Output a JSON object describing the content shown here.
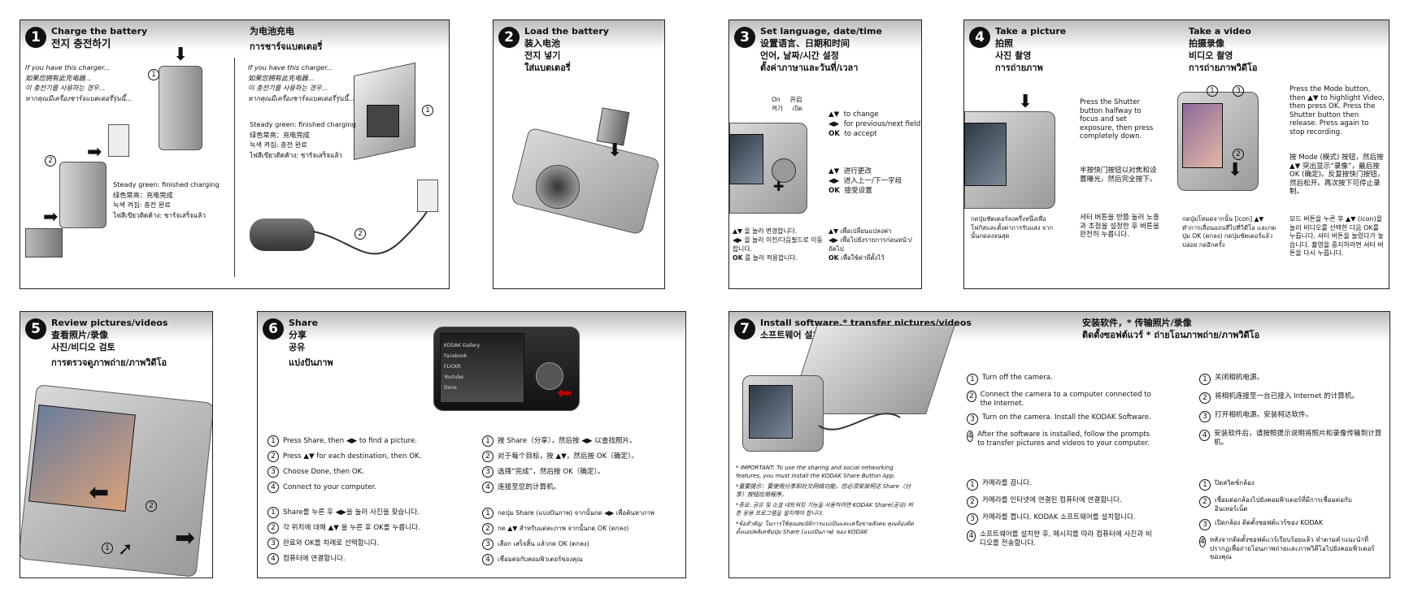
{
  "panel1": {
    "num": "1",
    "title": [
      "Charge the battery",
      "전지 충전하기"
    ],
    "title_right": [
      "为电池充电",
      "การชาร์จแบตเตอรี่"
    ],
    "left_intro": [
      "If you have this charger...",
      "如果您拥有此充电器...",
      "이 충전기를 사용하는 경우...",
      "หากคุณมีเครื่องชาร์จแบตเตอรี่รุ่นนี้..."
    ],
    "right_intro": [
      "If you have this charger...",
      "如果您拥有此充电器...",
      "이 충전기를 사용하는 경우...",
      "หากคุณมีเครื่องชาร์จแบตเตอรี่รุ่นนี้..."
    ],
    "left_status": [
      "Steady green: finished charging",
      "绿色常亮：充电完成",
      "녹색 켜짐: 충전 완료",
      "ไฟสีเขียวติดค้าง: ชาร์จเสร็จแล้ว"
    ],
    "right_status": [
      "Steady green: finished charging",
      "绿色常亮：充电完成",
      "녹색 켜짐: 충전 완료",
      "ไฟสีเขียวติดค้าง: ชาร์จเสร็จแล้ว"
    ],
    "callouts": [
      "1",
      "2",
      "1",
      "2"
    ]
  },
  "panel2": {
    "num": "2",
    "title": [
      "Load the battery",
      "装入电池",
      "전지 넣기",
      "ใส่แบตเตอรี่"
    ]
  },
  "panel3": {
    "num": "3",
    "title": [
      "Set language, date/time",
      "设置语言、日期和时间",
      "언어, 날짜/시간 설정",
      "ตั้งค่าภาษาและวันที่/เวลา"
    ],
    "on_labels": [
      "On",
      "开启",
      "켜기",
      "เปิด"
    ],
    "en": [
      [
        "▲▼",
        "to change"
      ],
      [
        "◀▶",
        "for previous/next field"
      ],
      [
        "OK",
        "to accept"
      ]
    ],
    "zh": [
      [
        "▲▼",
        "进行更改"
      ],
      [
        "◀▶",
        "进入上一/下一字段"
      ],
      [
        "OK",
        "接受设置"
      ]
    ],
    "ko": [
      [
        "▲▼",
        "을 눌러 변경합니다."
      ],
      [
        "◀▶",
        "을 눌러 이전/다음필드로 이동합니다."
      ],
      [
        "OK",
        "를 눌러 적용합니다."
      ]
    ],
    "th": [
      [
        "▲▼",
        "เพื่อเปลี่ยนแปลงค่า"
      ],
      [
        "◀▶",
        "เพื่อไปยังรายการก่อนหน้า/ถัดไป"
      ],
      [
        "OK",
        "เพื่อใช้ค่าที่ตั้งไว้"
      ]
    ]
  },
  "panel4": {
    "num": "4",
    "title": [
      "Take a picture",
      "拍照",
      "사진 촬영",
      "การถ่ายภาพ"
    ],
    "title_right": [
      "Take a video",
      "拍摄录像",
      "비디오 촬영",
      "การถ่ายภาพวิดีโอ"
    ],
    "picture_en": "Press the Shutter button halfway to focus and set exposure, then press completely down.",
    "picture_zh": "半按快门按钮以对焦和设置曝光，然后完全按下。",
    "picture_ko": "셔터 버튼을 반쯤 눌러 노출과 초점을 설정한 후 버튼을 완전히 누릅니다.",
    "picture_th": "กดปุ่มชัตเตอร์ลงครึ่งหนึ่งเพื่อโฟกัสและตั้งค่าการรับแสง จากนั้นกดลงจนสุด",
    "video_en": "Press the Mode button, then ▲▼ to highlight Video, then press OK. Press the Shutter button then release. Press again to stop recording.",
    "video_zh": "按 Mode (模式) 按钮，然后按 ▲▼ 突出显示“录像”，最后按 OK (确定)。反复按快门按钮，然后松开。再次按下可停止录制。",
    "video_ko": "모드 버튼을 누른 후 ▲▼ (icon)을 눌러 비디오를 선택한 다음 OK를 누릅니다. 셔터 버튼을 눌렀다가 놓습니다. 촬영을 중지하려면 셔터 버튼을 다시 누릅니다.",
    "video_th": "กดปุ่มโหมดจากนั้น [icon] ▲▼ ทำการเลื่อนแถบสีไปที่วิดีโอ และกดปุ่ม OK (ตกลง) กดปุ่มชัตเตอร์แล้วปล่อย กดอีกครั้ง",
    "callouts": [
      "1",
      "3",
      "2"
    ]
  },
  "panel5": {
    "num": "5",
    "title": [
      "Review pictures/videos",
      "查看照片/录像",
      "사진/비디오 검토",
      "การตรวจดูภาพถ่าย/ภาพวิดีโอ"
    ],
    "callouts": [
      "1",
      "2"
    ]
  },
  "panel6": {
    "num": "6",
    "title": [
      "Share",
      "分享",
      "공유",
      "แบ่งปันภาพ"
    ],
    "screen_menu": [
      "KODAK Gallery",
      "Facebook",
      "FLICKR",
      "Youtube",
      "Done"
    ],
    "en": [
      "Press Share, then ◀▶ to find a picture.",
      "Press ▲▼ for each destination, then OK.",
      "Choose Done, then OK.",
      "Connect to your computer."
    ],
    "ko": [
      "Share를 누른 후 ◀▶을 눌러 사진을 찾습니다.",
      "각 위치에 대해 ▲▼ 을 누른 후 OK를 누릅니다.",
      "완료와 OK를 차례로 선택합니다.",
      "컴퓨터에 연결합니다."
    ],
    "zh": [
      "按 Share（分享），然后按 ◀▶ 以查找照片。",
      "对于每个目标，按 ▲▼，然后按 OK（确定）。",
      "选择“完成”，然后按 OK（确定）。",
      "连接至您的计算机。"
    ],
    "th": [
      "กดปุ่ม Share (แบ่งปันภาพ) จากนั้นกด ◀▶ เพื่อค้นหาภาพ",
      "กด ▲▼ สำหรับแต่ละภาพ จากนั้นกด OK (ตกลง)",
      "เลือก เสร็จสิ้น แล้วกด OK (ตกลง)",
      "เชื่อมต่อกับคอมพิวเตอร์ของคุณ"
    ],
    "nums": [
      "1",
      "2",
      "3",
      "4"
    ]
  },
  "panel7": {
    "num": "7",
    "title": [
      "Install software,* transfer pictures/videos",
      "소프트웨어 설치* 및 사진/비디오 전송"
    ],
    "title_right": [
      "安装软件，* 传输照片/录像",
      "ติดตั้งซอฟต์แวร์ * ถ่ายโอนภาพถ่าย/ภาพวิดีโอ"
    ],
    "en": [
      "Turn off the camera.",
      "Connect the camera to a computer connected to the Internet.",
      "Turn on the camera. Install the KODAK Software.",
      "After the software is installed, follow the prompts to transfer pictures and videos to your computer."
    ],
    "ko": [
      "카메라를 끕니다.",
      "카메라를 인터넷에 연결된 컴퓨터에 연결합니다.",
      "카메라를 켭니다. KODAK 소프트웨어를 설치합니다.",
      "소프트웨어를 설치한 후, 메시지를 따라 컴퓨터에 사진과 비디오를 전송합니다."
    ],
    "zh": [
      "关闭相机电源。",
      "将相机连接至一台已接入 Internet 的计算机。",
      "打开相机电源。安装柯达软件。",
      "安装软件后，请按照提示说明将照片和录像传输到计算机。"
    ],
    "th": [
      "ปิดสวิตช์กล้อง",
      "เชื่อมต่อกล้องไปยังคอมพิวเตอร์ที่มีการเชื่อมต่อกับอินเทอร์เน็ต",
      "เปิดกล้อง ติดตั้งซอฟต์แวร์ของ KODAK",
      "หลังจากติดตั้งซอฟต์แวร์เรียบร้อยแล้ว ทำตามคำแนะนำที่ปรากฏเพื่อถ่ายโอนภาพถ่ายและภาพวิดีโอไปยังคอมพิวเตอร์ของคุณ"
    ],
    "notes": [
      "* IMPORTANT: To use the sharing and social networking features, you must install the KODAK Share Button App.",
      "*重要提示：要使用分享和社交网络功能，您必须安装柯达 Share（分享）按钮应用程序。",
      "*중요: 공유 및 소셜 네트워킹 기능을 사용하려면 KODAK Share(공유) 버튼 응용 프로그램을 설치해야 합니다.",
      "*ข้อสำคัญ: ในการใช้คุณสมบัติการแบ่งปันและเครือข่ายสังคม คุณต้องติดตั้งแอปพลิเคชันปุ่ม Share (แบ่งปันภาพ) ของ KODAK"
    ],
    "nums": [
      "1",
      "2",
      "3",
      "4"
    ]
  }
}
